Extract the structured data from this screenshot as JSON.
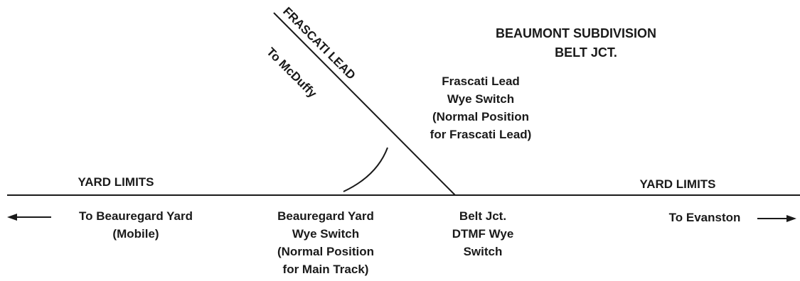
{
  "subdivision": {
    "name": "BEAUMONT SUBDIVISION",
    "junction": "BELT JCT."
  },
  "lead": {
    "name": "FRASCATI LEAD",
    "direction": "To McDuffy"
  },
  "lead_wye_switch": {
    "lines": [
      "Frascati Lead",
      "Wye Switch",
      "(Normal Position",
      "for Frascati Lead)"
    ]
  },
  "yard_limits": {
    "left": "YARD LIMITS",
    "right": "YARD LIMITS"
  },
  "west_direction": {
    "lines": [
      "To Beauregard Yard",
      "(Mobile)"
    ]
  },
  "beauregard_wye_switch": {
    "lines": [
      "Beauregard Yard",
      "Wye Switch",
      "(Normal Position",
      "for Main Track)"
    ]
  },
  "belt_jct_switch": {
    "lines": [
      "Belt Jct.",
      "DTMF Wye",
      "Switch"
    ]
  },
  "east_direction": {
    "label": "To Evanston"
  },
  "colors": {
    "line": "#1a1a1a",
    "background": "#ffffff"
  }
}
